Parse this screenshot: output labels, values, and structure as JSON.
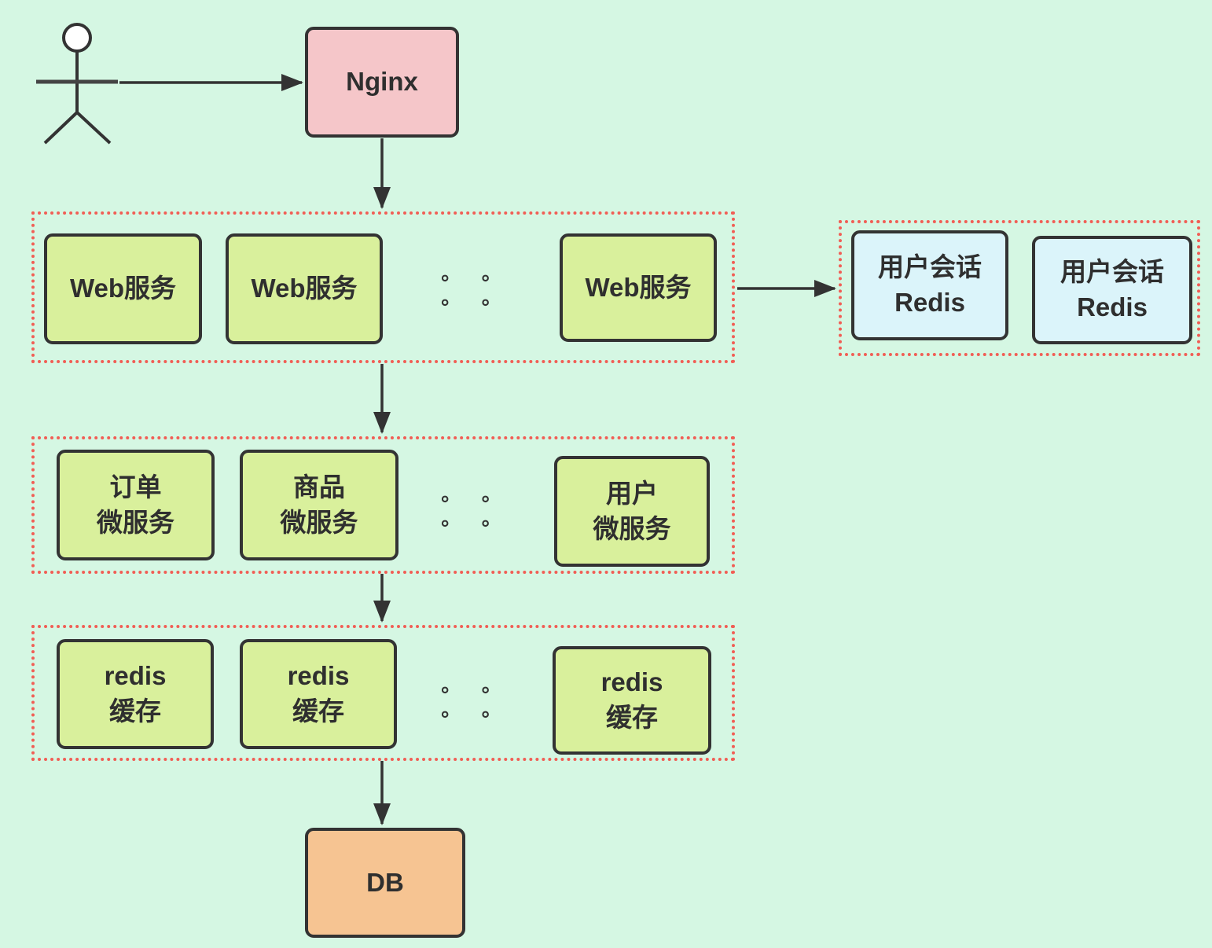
{
  "colors": {
    "background": "#d5f7e3",
    "node_green": "#d9f09c",
    "node_pink": "#f5c6c9",
    "node_blue": "#dbf4fa",
    "node_orange": "#f6c492",
    "stroke_dark": "#333333",
    "cluster_border_red": "#f15e55"
  },
  "diagram": {
    "dots": "∘ ∘ ∘ ∘",
    "nginx_label": "Nginx",
    "db_label": "DB",
    "web_cluster": {
      "items": [
        "Web服务",
        "Web服务",
        "Web服务"
      ]
    },
    "session_cluster": {
      "items": [
        "用户会话\nRedis",
        "用户会话\nRedis"
      ]
    },
    "microservice_cluster": {
      "items": [
        "订单\n微服务",
        "商品\n微服务",
        "用户\n微服务"
      ]
    },
    "cache_cluster": {
      "items": [
        "redis\n缓存",
        "redis\n缓存",
        "redis\n缓存"
      ]
    }
  }
}
